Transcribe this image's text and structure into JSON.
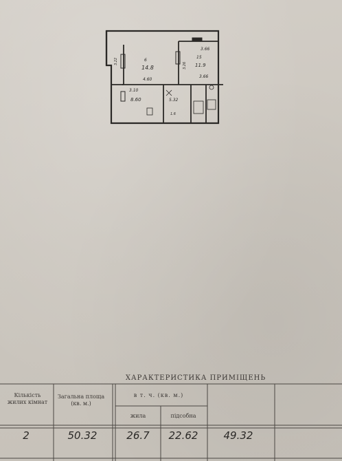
{
  "floor_plan": {
    "labels": {
      "room1_no": "6",
      "room1_area": "14.8",
      "room1_width": "4.60",
      "room1_side": "3.22",
      "room2_no": "15",
      "room2_area": "11.9",
      "room2_top": "3.66",
      "room2_bottom": "3.66",
      "room2_side": "3.26",
      "room3_dim": "3.10",
      "room3_area": "8.60",
      "room4_area": "5.32",
      "room4_dim": "1.6"
    }
  },
  "table": {
    "title": "ХАРАКТЕРИСТИКА   ПРИМІЩЕНЬ",
    "rooms_header": "Кількість жилих кімнат",
    "total_header": "Загальна площа (кв. м.)",
    "incl_header": "в т. ч. (кв. м.)",
    "living_header": "жила",
    "aux_header": "підсобна",
    "rooms_value": "2",
    "total_value": "50.32",
    "living_value": "26.7",
    "aux_value": "22.62",
    "extra_value": "49.32"
  }
}
